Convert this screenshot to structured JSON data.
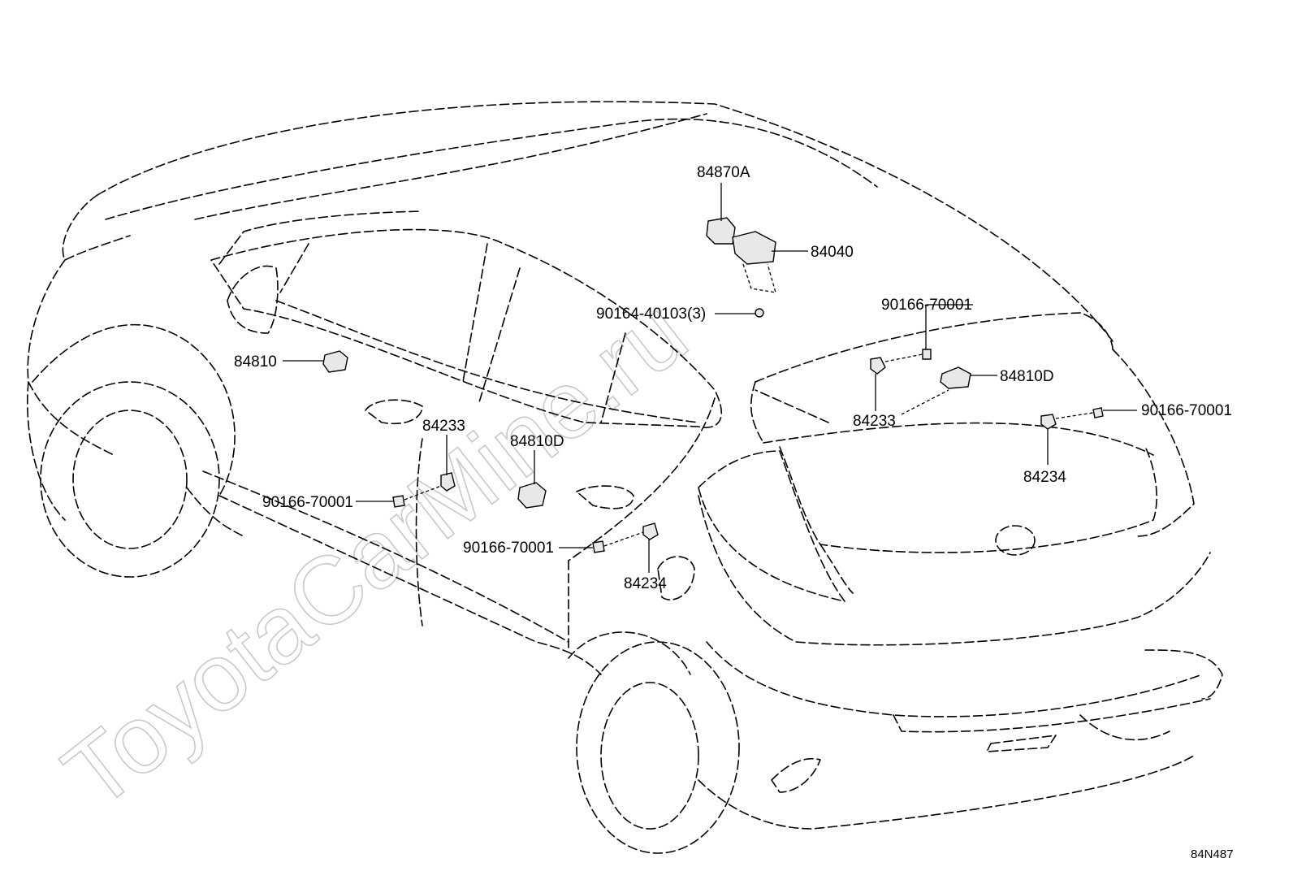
{
  "watermark": "ToyotaCarMine.ru",
  "diagram_code": "84N487",
  "labels": {
    "p84870A": "84870A",
    "p84040": "84040",
    "p90164": "90164-40103(3)",
    "p90166_rear_top": "90166-70001",
    "p84810": "84810",
    "p84810D_rear": "84810D",
    "p84233_front": "84233",
    "p84233_rear": "84233",
    "p90166_right": "90166-70001",
    "p84810D_door": "84810D",
    "p84234_rear": "84234",
    "p90166_front": "90166-70001",
    "p90166_door": "90166-70001",
    "p84234_door": "84234"
  }
}
